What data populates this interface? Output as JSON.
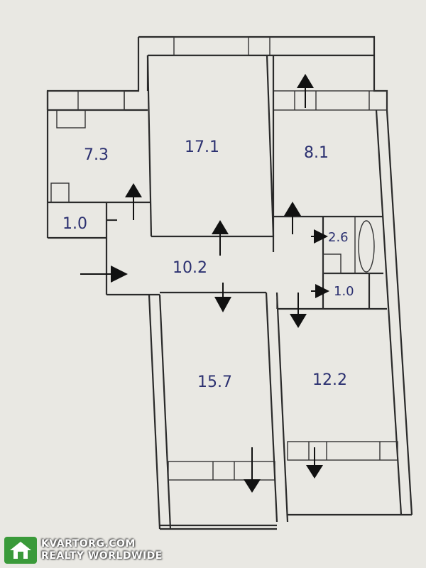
{
  "rooms": [
    {
      "id": "kitchen",
      "label": "7.3"
    },
    {
      "id": "living",
      "label": "17.1"
    },
    {
      "id": "bedroom-ne",
      "label": "8.1"
    },
    {
      "id": "storage",
      "label": "1.0"
    },
    {
      "id": "hall",
      "label": "10.2"
    },
    {
      "id": "bath",
      "label": "2.6"
    },
    {
      "id": "wc",
      "label": "1.0"
    },
    {
      "id": "bedroom-sw",
      "label": "15.7"
    },
    {
      "id": "bedroom-se",
      "label": "12.2"
    }
  ],
  "watermark": {
    "name": "KVARTORG.COM",
    "tagline": "REALTY WORLDWIDE"
  }
}
